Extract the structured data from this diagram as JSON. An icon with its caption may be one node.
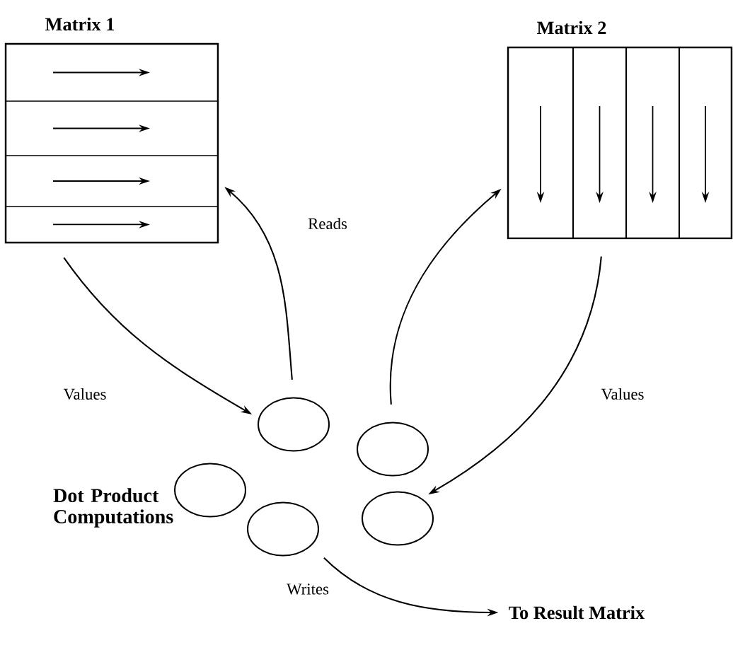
{
  "diagram": {
    "nodes": [
      {
        "text": [
          "Matrix 1"
        ]
      },
      {
        "text": [
          "Matrix 2"
        ]
      },
      {
        "text": [],
        "shape": "ellipse"
      },
      {
        "text": [],
        "shape": "ellipse"
      },
      {
        "text": [],
        "shape": "ellipse"
      },
      {
        "text": [],
        "shape": "ellipse"
      },
      {
        "text": [],
        "shape": "ellipse"
      },
      {
        "text": [
          "To Result Matrix"
        ]
      }
    ],
    "edges": [
      {
        "from": 0,
        "to": 4,
        "arrow": "to",
        "label": "Values"
      },
      {
        "from": 4,
        "to": 0,
        "arrow": "to",
        "label": "Reads"
      },
      {
        "from": 5,
        "to": 1,
        "arrow": "to"
      },
      {
        "from": 1,
        "to": 6,
        "arrow": "to",
        "label": "Values"
      },
      {
        "from": 3,
        "to": 7,
        "arrow": "to",
        "label": "Writes"
      }
    ],
    "labels": [
      "Dot Product Computations"
    ]
  }
}
